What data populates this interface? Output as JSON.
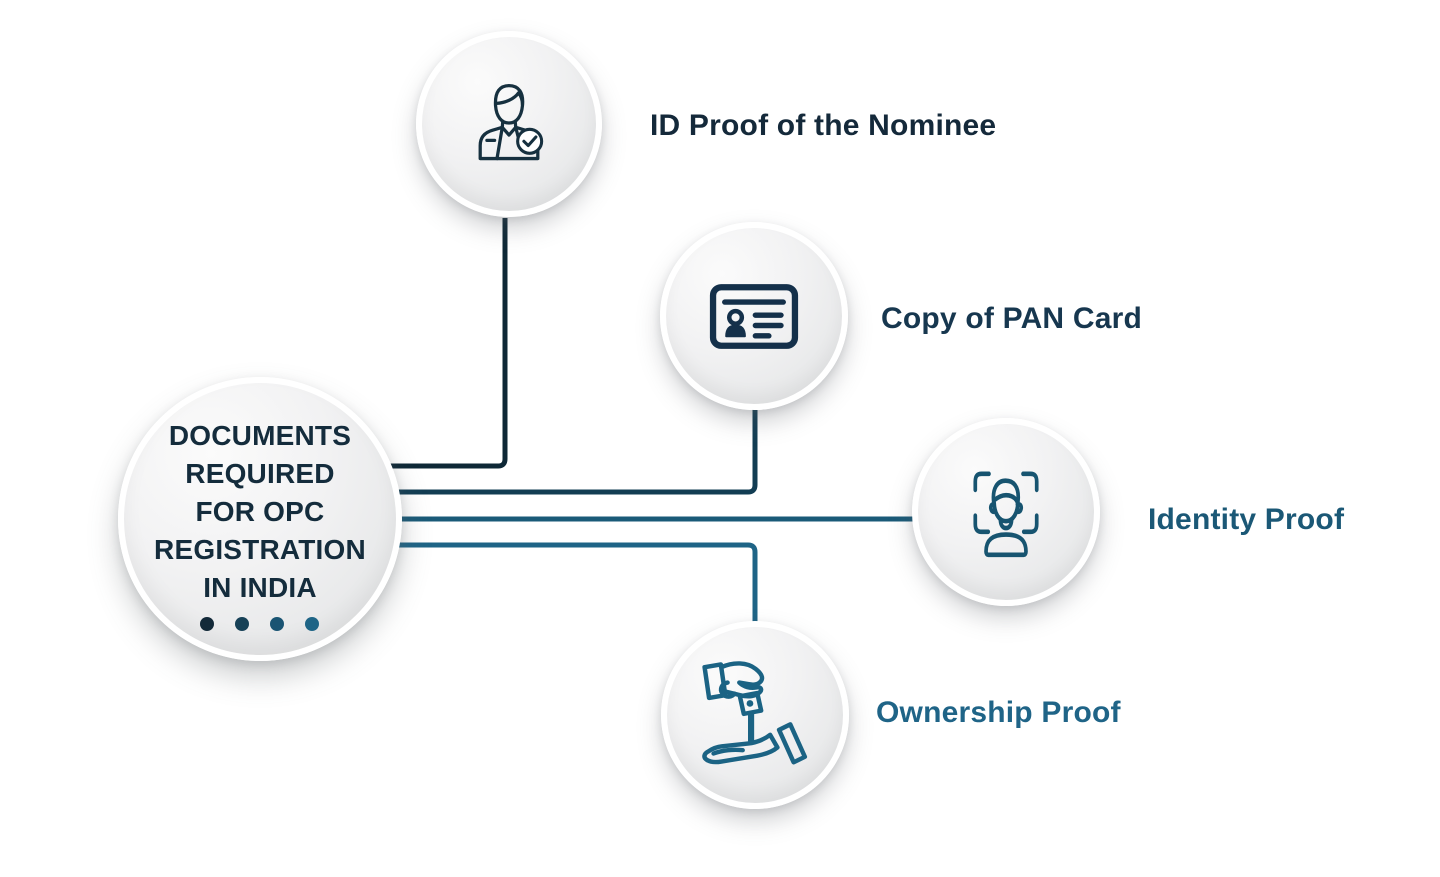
{
  "page": {
    "background": "#ffffff"
  },
  "center": {
    "title_lines": [
      "DOCUMENTS",
      "REQUIRED",
      "FOR OPC",
      "REGISTRATION",
      "IN INDIA"
    ],
    "title_color": "#142c3c",
    "dot_colors": [
      "#132a39",
      "#174157",
      "#1a5473",
      "#1e6486"
    ]
  },
  "items": [
    {
      "label": "ID Proof of the Nominee",
      "icon": "person-check-icon",
      "icon_color": "#16303f",
      "label_color": "#14293a",
      "connector_color": "#0e2836"
    },
    {
      "label": "Copy of PAN Card",
      "icon": "id-card-icon",
      "icon_color": "#14304a",
      "label_color": "#17374f",
      "connector_color": "#123d53"
    },
    {
      "label": "Identity Proof",
      "icon": "face-scan-icon",
      "icon_color": "#175470",
      "label_color": "#1b5876",
      "connector_color": "#1a5a78"
    },
    {
      "label": "Ownership Proof",
      "icon": "key-handover-icon",
      "icon_color": "#1b6384",
      "label_color": "#1f6487",
      "connector_color": "#1e6486"
    }
  ]
}
